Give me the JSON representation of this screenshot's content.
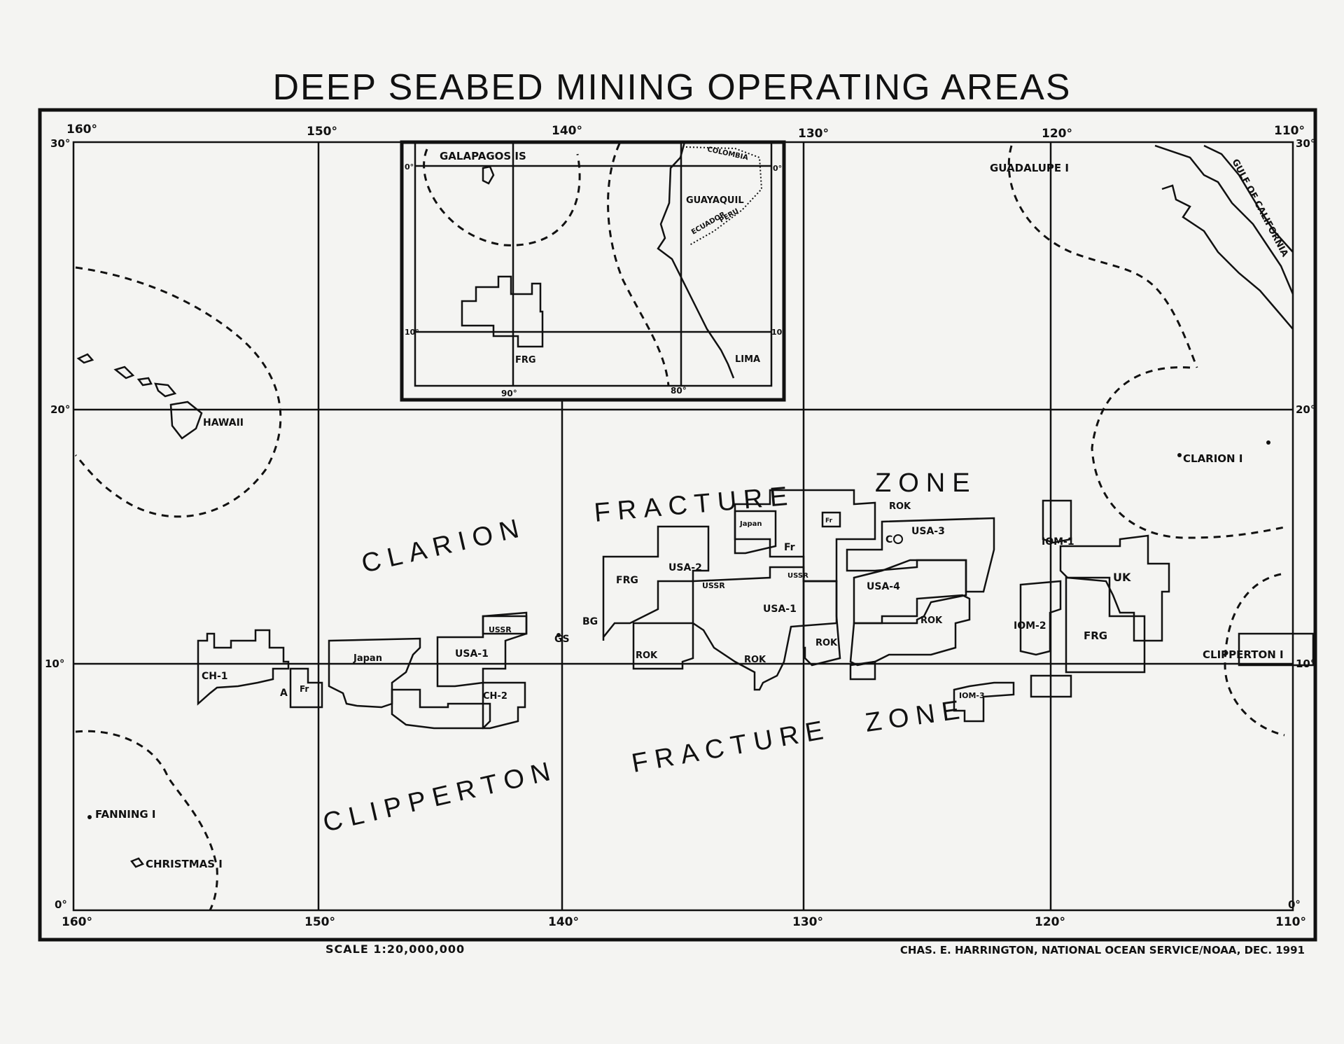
{
  "title": "DEEP SEABED MINING OPERATING AREAS",
  "scale": "SCALE 1:20,000,000",
  "credit": "CHAS. E. HARRINGTON, NATIONAL OCEAN SERVICE/NOAA, DEC. 1991",
  "longitudes_top": [
    "160°",
    "150°",
    "140°",
    "130°",
    "120°",
    "110°"
  ],
  "longitudes_bottom": [
    "160°",
    "150°",
    "140°",
    "130°",
    "120°",
    "110°"
  ],
  "latitudes_left": [
    "30°",
    "20°",
    "10°",
    "0°"
  ],
  "latitudes_right": [
    "30°",
    "20°",
    "10°",
    "0°"
  ],
  "inset": {
    "places": [
      "GALAPAGOS IS",
      "COLOMBIA",
      "GUAYAQUIL",
      "ECUADOR",
      "PERU",
      "LIMA"
    ],
    "area_label": "FRG",
    "lon_labels": [
      "90°",
      "80°"
    ],
    "lat_labels": [
      "0°",
      "10°",
      "10°",
      "0°"
    ]
  },
  "places": {
    "hawaii": "HAWAII",
    "fanning": "FANNING I",
    "christmas": "CHRISTMAS I",
    "guadalupe": "GUADALUPE I",
    "gulf": "GULF OF CALIFORNIA",
    "clarion_island": "CLARION I",
    "clipperton_island": "CLIPPERTON I"
  },
  "fracture_zones": {
    "clarion_1": "CLARION",
    "clarion_2": "FRACTURE",
    "clarion_3": "ZONE",
    "clipperton_1": "CLIPPERTON",
    "clipperton_2": "FRACTURE",
    "clipperton_3": "ZONE"
  },
  "areas": {
    "ch1": "CH-1",
    "a": "A",
    "fr_w": "Fr",
    "japan_w": "Japan",
    "ussr_w": "USSR",
    "usa1_w": "USA-1",
    "ch2": "CH-2",
    "gs": "GS",
    "bg": "BG",
    "frg_c": "FRG",
    "usa2": "USA-2",
    "ussr_c1": "USSR",
    "rok_1": "ROK",
    "rok_2": "ROK",
    "japan_c": "Japan",
    "fr_c": "Fr",
    "fr_small": "Fr",
    "ussr_c2": "USSR",
    "usa1_c": "USA-1",
    "rok_3": "ROK",
    "usa3": "USA-3",
    "c": "C",
    "rok_4": "ROK",
    "usa4": "USA-4",
    "rok_5": "ROK",
    "iom1": "IOM-1",
    "iom2": "IOM-2",
    "iom3": "IOM-3",
    "uk": "UK",
    "frg_e": "FRG"
  }
}
